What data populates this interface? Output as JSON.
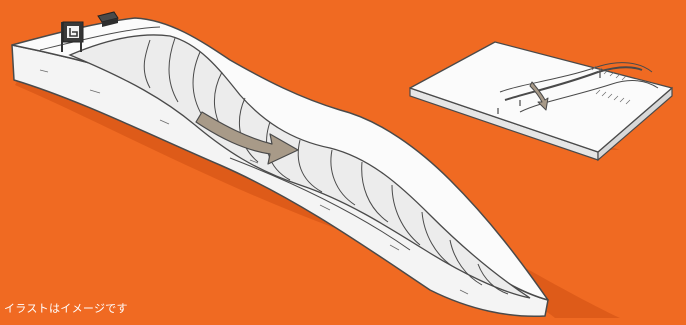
{
  "caption": "イラストはイメージです",
  "colors": {
    "background": "#f06a22",
    "snow": "#f2f2f2",
    "shadow": "#dc5a18",
    "outline": "#4a4a4a",
    "arrow": "#a89a88"
  },
  "icons": {
    "logo_flag": "burton-logo-flag",
    "table_box": "table-box-obstacle",
    "arrow_main": "direction-arrow",
    "arrow_small": "direction-arrow"
  }
}
